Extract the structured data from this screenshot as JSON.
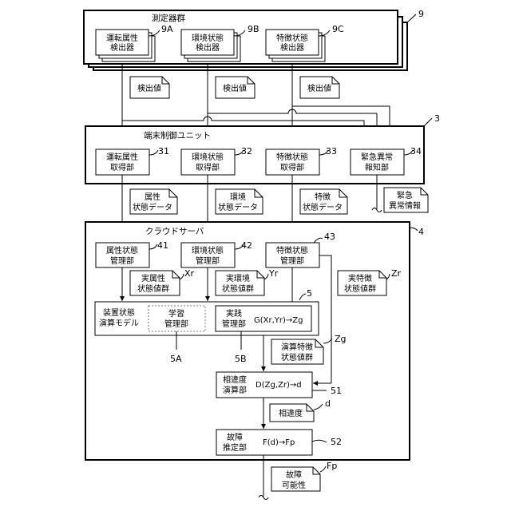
{
  "group9": {
    "title": "測定器群",
    "ref": "9"
  },
  "detectors": [
    {
      "line1": "運転属性",
      "line2": "検出器",
      "ref": "9A"
    },
    {
      "line1": "環境状態",
      "line2": "検出器",
      "ref": "9B"
    },
    {
      "line1": "特徴状態",
      "line2": "検出器",
      "ref": "9C"
    }
  ],
  "detected_values": [
    "検出値",
    "検出値",
    "検出値"
  ],
  "unit3": {
    "title": "端末制御ユニット",
    "ref": "3"
  },
  "acquirers": [
    {
      "line1": "運転属性",
      "line2": "取得部",
      "ref": "31"
    },
    {
      "line1": "環境状態",
      "line2": "取得部",
      "ref": "32"
    },
    {
      "line1": "特徴状態",
      "line2": "取得部",
      "ref": "33"
    },
    {
      "line1": "緊急異常",
      "line2": "報知部",
      "ref": "34"
    }
  ],
  "state_data": [
    {
      "line1": "属性",
      "line2": "状態データ"
    },
    {
      "line1": "環境",
      "line2": "状態データ"
    },
    {
      "line1": "特徴",
      "line2": "状態データ"
    }
  ],
  "emergency_info": {
    "line1": "緊急",
    "line2": "異常情報"
  },
  "server4": {
    "title": "クラウドサーバ",
    "ref": "4"
  },
  "managers": [
    {
      "line1": "属性状態",
      "line2": "管理部",
      "ref": "41"
    },
    {
      "line1": "環境状態",
      "line2": "管理部",
      "ref": "42"
    },
    {
      "line1": "特徴状態",
      "line2": "管理部",
      "ref": "43"
    }
  ],
  "values": [
    {
      "line1": "実属性",
      "line2": "状態値群",
      "ref": "Xr"
    },
    {
      "line1": "実環境",
      "line2": "状態値群",
      "ref": "Yr"
    },
    {
      "line1": "実特徴",
      "line2": "状態値群",
      "ref": "Zr"
    }
  ],
  "model": {
    "ref": "5",
    "line1": "装置状態",
    "line2": "演算モデル",
    "learn_line1": "学習",
    "learn_line2": "管理部",
    "learn_ref": "5A",
    "prac_line1": "実践",
    "prac_line2": "管理部",
    "prac_ref": "5B",
    "formula": "G(Xr,Yr)→Zg"
  },
  "computed": {
    "line1": "演算特徴",
    "line2": "状態値群",
    "ref": "Zg"
  },
  "similarity": {
    "line1": "相違度",
    "line2": "演算部",
    "formula": "D(Zg,Zr)→d",
    "ref": "51"
  },
  "similarity_out": {
    "label": "相違度",
    "ref": "d"
  },
  "failure": {
    "line1": "故障",
    "line2": "推定部",
    "formula": "F(d)→Fp",
    "ref": "52"
  },
  "failure_out": {
    "line1": "故障",
    "line2": "可能性",
    "ref": "Fp"
  }
}
